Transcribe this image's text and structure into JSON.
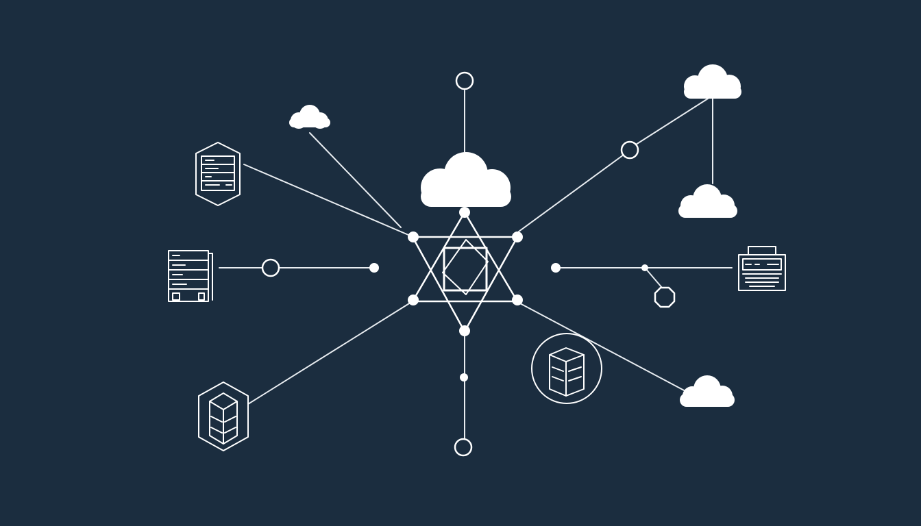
{
  "theme": {
    "background": "#1b2d3f",
    "foreground": "#ffffff"
  },
  "diagram": {
    "type": "network-topology",
    "hub": {
      "icon": "hexagram-network-hub-icon",
      "attached_icon": "cloud-icon"
    },
    "spokes": [
      {
        "direction": "top",
        "endpoint_icon": "ring-node-icon"
      },
      {
        "direction": "top-left",
        "endpoint_icon": "cloud-icon"
      },
      {
        "direction": "upper-left",
        "endpoint_icon": "hexagon-server-icon"
      },
      {
        "direction": "left",
        "endpoint_icon": "server-rack-icon"
      },
      {
        "direction": "lower-left",
        "endpoint_icon": "hexagon-storage-cube-icon"
      },
      {
        "direction": "bottom",
        "endpoint_icon": "ring-node-icon"
      },
      {
        "direction": "lower-right",
        "endpoint_icon": "cloud-icon",
        "via_icon": "circle-server-icon"
      },
      {
        "direction": "right",
        "endpoint_icon": "terminal-keyboard-icon",
        "branch_icon": "octagon-node-icon"
      },
      {
        "direction": "upper-right",
        "endpoint_icon": "cloud-icon",
        "branch_icon": "cloud-icon"
      }
    ],
    "icon_count": 12,
    "text_labels": []
  }
}
